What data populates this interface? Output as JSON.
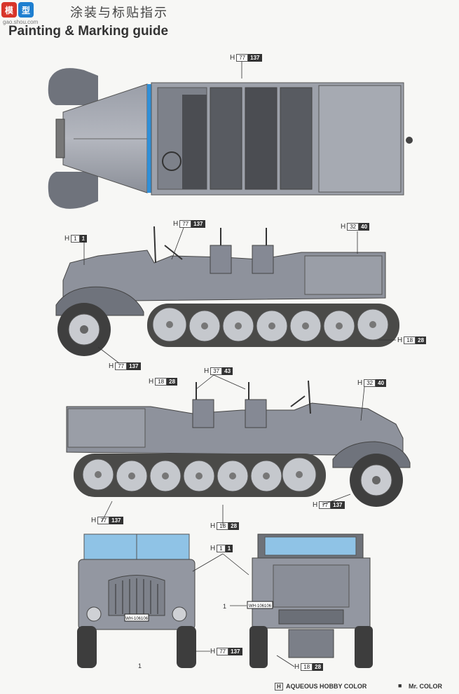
{
  "header": {
    "logo_text_1": "模",
    "logo_text_2": "型",
    "logo_sub": "gao.shou.com",
    "cn_title": "涂装与标贴指示",
    "en_title": "Painting & Marking guide"
  },
  "callouts": [
    {
      "h": "H",
      "hobby": "77",
      "mr": "137"
    },
    {
      "h": "H",
      "hobby": "1",
      "mr": "1"
    },
    {
      "h": "H",
      "hobby": "77",
      "mr": "137"
    },
    {
      "h": "H",
      "hobby": "32",
      "mr": "40"
    },
    {
      "h": "H",
      "hobby": "18",
      "mr": "28"
    },
    {
      "h": "H",
      "hobby": "77",
      "mr": "137"
    },
    {
      "h": "H",
      "hobby": "37",
      "mr": "43"
    },
    {
      "h": "H",
      "hobby": "18",
      "mr": "28"
    },
    {
      "h": "H",
      "hobby": "32",
      "mr": "40"
    },
    {
      "h": "H",
      "hobby": "77",
      "mr": "137"
    },
    {
      "h": "H",
      "hobby": "77",
      "mr": "137"
    },
    {
      "h": "H",
      "hobby": "18",
      "mr": "28"
    },
    {
      "h": "H",
      "hobby": "1",
      "mr": "1"
    },
    {
      "h": "H",
      "hobby": "77",
      "mr": "137"
    },
    {
      "h": "H",
      "hobby": "18",
      "mr": "28"
    }
  ],
  "decal_numbers": [
    "1",
    "1"
  ],
  "plate_text": "WH-106106",
  "legend": {
    "h_mark": "H",
    "hobby_label": "AQUEOUS HOBBY COLOR",
    "mr_mark": "■",
    "mr_label": "Mr. COLOR"
  },
  "colors": {
    "body_grey": "#8e929c",
    "dark_grey": "#55595f",
    "track": "#4a4a48",
    "glass": "#8fc3e6",
    "accent_blue": "#2f8fd8"
  }
}
